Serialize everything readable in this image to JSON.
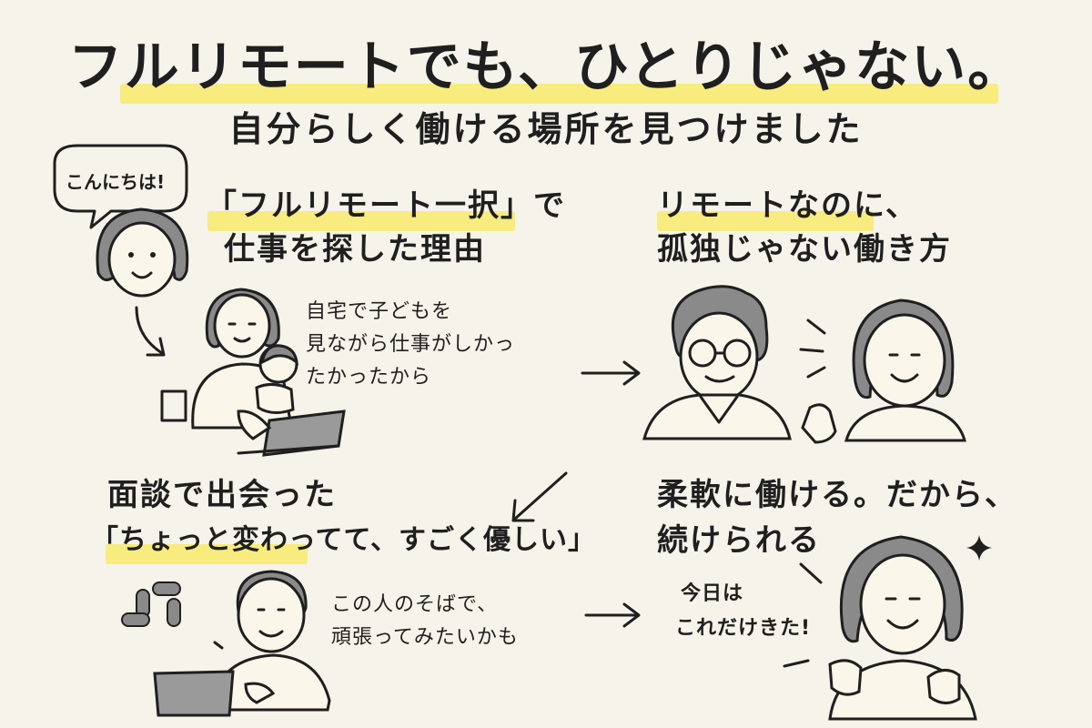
{
  "title": "フルリモートでも、ひとりじゃない。",
  "subtitle": "自分らしく働ける場所を見つけました",
  "greeting": "こんにちは!",
  "section1": {
    "heading_line1": "「フルリモート一択」で",
    "heading_line2": "仕事を探した理由",
    "note_line1": "自宅で子どもを",
    "note_line2": "見ながら仕事がしかっ",
    "note_line3": "たかったから"
  },
  "section2": {
    "heading_line1": "リモートなのに、",
    "heading_line2": "孤独じゃない働き方"
  },
  "section3": {
    "heading_line1": "面談で出会った",
    "heading_line2": "「ちょっと変わってて、すごく優しい」",
    "note_line1": "この人のそばで、",
    "note_line2": "頑張ってみたいかも"
  },
  "section4": {
    "heading_line1": "柔軟に働ける。だから、",
    "heading_line2": "続けられる",
    "note_line1": "今日は",
    "note_line2": "これだけきた!"
  },
  "icons": [
    "speech-bubble-icon",
    "arrow-icon",
    "chat-app-logo-icon",
    "sparkle-icon",
    "laptop-icon"
  ],
  "colors": {
    "highlight": "#f7ea6a",
    "background": "#f6f3ea",
    "ink": "#1f1f1f",
    "hair": "#8a8a8a"
  }
}
